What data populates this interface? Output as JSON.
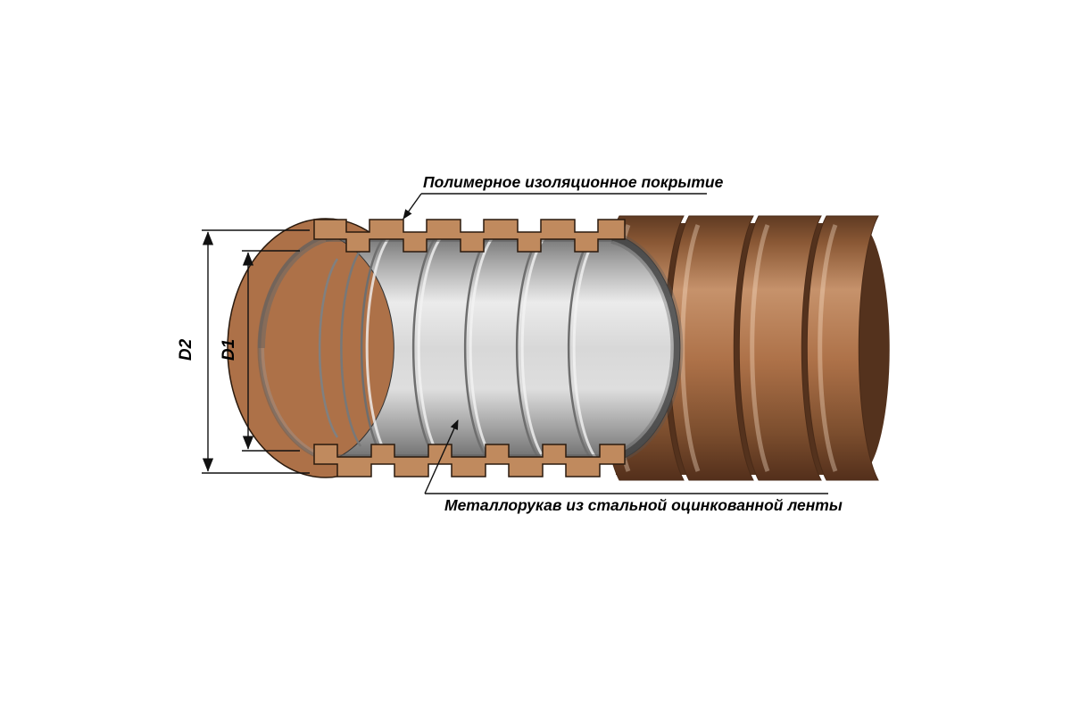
{
  "diagram": {
    "type": "technical-illustration",
    "subject": "corrugated metal hose with polymer coating, cutaway view"
  },
  "labels": {
    "coating": "Полимерное изоляционное покрытие",
    "hose": "Металлорукав из стальной оцинкованной ленты"
  },
  "dimensions": {
    "outer": "D2",
    "inner": "D1"
  },
  "colors": {
    "coating_light": "#c6926b",
    "coating_mid": "#ad7148",
    "coating_dark": "#5f3a22",
    "coating_cut": "#c08a5e",
    "coating_gap": "#54321d",
    "steel_light": "#ebebeb",
    "steel_mid": "#c2c2c2",
    "steel_dark": "#6f6f6f",
    "outline": "#1c1c1c"
  }
}
